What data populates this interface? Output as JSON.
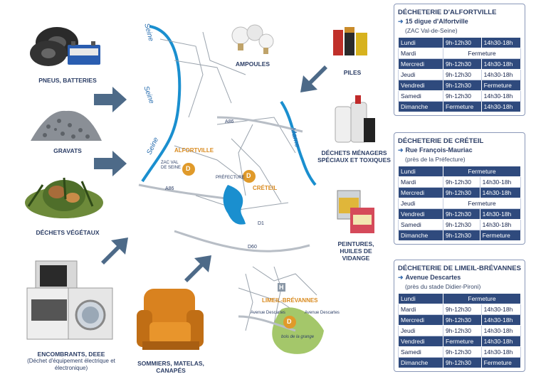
{
  "categories": {
    "pneus": "PNEUS, BATTERIES",
    "gravats": "GRAVATS",
    "vegetaux": "DÉCHETS VÉGÉTAUX",
    "encombrants": "ENCOMBRANTS, DEEE",
    "encombrants_sub": "(Déchet d'équipement électrique et électronique)",
    "sommiers": "SOMMIERS, MATELAS, CANAPÉS",
    "ampoules": "AMPOULES",
    "piles": "PILES",
    "menagers": "DÉCHETS MÉNAGERS SPÉCIAUX ET TOXIQUES",
    "peintures": "PEINTURES, HUILES DE VIDANGE"
  },
  "map": {
    "seine1": "Seine",
    "seine2": "Seine",
    "seine3": "Seine",
    "marne": "Marne",
    "alfortville": "ALFORTVILLE",
    "zac": "ZAC VAL DE SEINE",
    "prefecture": "PRÉFECTURE",
    "creteil": "CRÉTEIL",
    "a86a": "A86",
    "a86b": "A86",
    "d1": "D1",
    "d60": "D60",
    "limeil": "LIMEIL-BRÉVANNES",
    "avenue1": "Avenue Descartes",
    "avenue2": "Avenue Descartes",
    "bois": "bois de la grange",
    "dmarker": "D",
    "hmarker": "H"
  },
  "cards": [
    {
      "title": "DÉCHETERIE D'ALFORTVILLE",
      "address": "15 digue d'Alfortville",
      "note": "(ZAC Val-de-Seine)",
      "rows": [
        {
          "day": "Lundi",
          "a": "9h-12h30",
          "b": "14h30-18h"
        },
        {
          "day": "Mardi",
          "full": "Fermeture"
        },
        {
          "day": "Mercredi",
          "a": "9h-12h30",
          "b": "14h30-18h"
        },
        {
          "day": "Jeudi",
          "a": "9h-12h30",
          "b": "14h30-18h"
        },
        {
          "day": "Vendredi",
          "a": "9h-12h30",
          "b": "Fermeture"
        },
        {
          "day": "Samedi",
          "a": "9h-12h30",
          "b": "14h30-18h"
        },
        {
          "day": "Dimanche",
          "a": "Fermeture",
          "b": "14h30-18h"
        }
      ]
    },
    {
      "title": "DÉCHETERIE DE CRÉTEIL",
      "address": "Rue François-Mauriac",
      "note": "(près de la Préfecture)",
      "rows": [
        {
          "day": "Lundi",
          "full": "Fermeture"
        },
        {
          "day": "Mardi",
          "a": "9h-12h30",
          "b": "14h30-18h"
        },
        {
          "day": "Mercredi",
          "a": "9h-12h30",
          "b": "14h30-18h"
        },
        {
          "day": "Jeudi",
          "full": "Fermeture"
        },
        {
          "day": "Vendredi",
          "a": "9h-12h30",
          "b": "14h30-18h"
        },
        {
          "day": "Samedi",
          "a": "9h-12h30",
          "b": "14h30-18h"
        },
        {
          "day": "Dimanche",
          "a": "9h-12h30",
          "b": "Fermeture"
        }
      ]
    },
    {
      "title": "DÉCHETERIE DE LIMEIL-BRÉVANNES",
      "address": "Avenue Descartes",
      "note": "(près du stade Didier-Pironi)",
      "rows": [
        {
          "day": "Lundi",
          "full": "Fermeture"
        },
        {
          "day": "Mardi",
          "a": "9h-12h30",
          "b": "14h30-18h"
        },
        {
          "day": "Mercredi",
          "a": "9h-12h30",
          "b": "14h30-18h"
        },
        {
          "day": "Jeudi",
          "a": "9h-12h30",
          "b": "14h30-18h"
        },
        {
          "day": "Vendredi",
          "a": "Fermeture",
          "b": "14h30-18h"
        },
        {
          "day": "Samedi",
          "a": "9h-12h30",
          "b": "14h30-18h"
        },
        {
          "day": "Dimanche",
          "a": "9h-12h30",
          "b": "Fermeture"
        }
      ]
    }
  ]
}
